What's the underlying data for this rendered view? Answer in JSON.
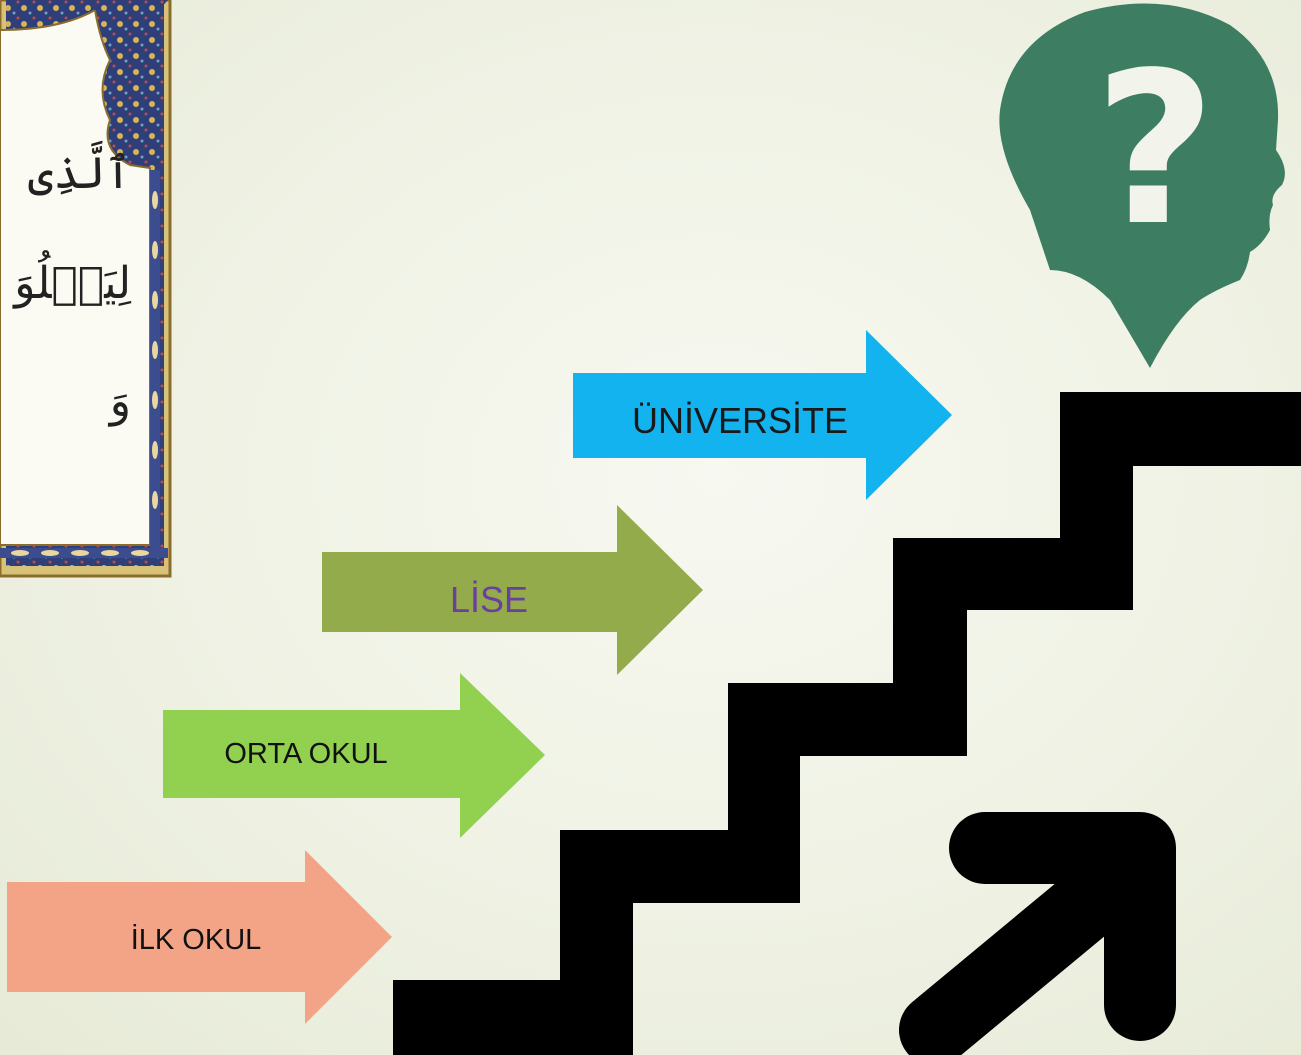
{
  "steps": [
    {
      "label": "İLK OKUL",
      "color": "#f3a487"
    },
    {
      "label": "ORTA OKUL",
      "color": "#92d050"
    },
    {
      "label": "LİSE",
      "color": "#93ab4a",
      "text_color": "#6b3fa0"
    },
    {
      "label": "ÜNİVERSİTE",
      "color": "#12b3ef"
    }
  ],
  "head_icon": {
    "name": "head-question-icon",
    "color": "#3d7e63",
    "symbol": "?"
  },
  "stairs": {
    "name": "staircase-icon",
    "color": "#000000"
  },
  "up_arrow": {
    "name": "arrow-up-right-icon",
    "color": "#000000"
  },
  "manuscript": {
    "lines": [
      "ٱلَّذِی",
      "لِيَبۡلُوَ",
      "وَ"
    ]
  }
}
